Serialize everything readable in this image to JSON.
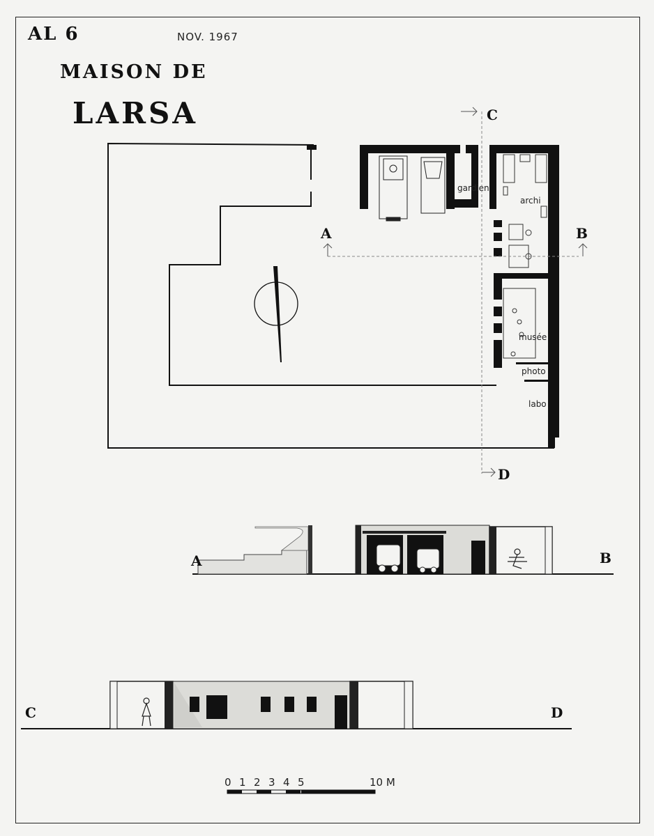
{
  "header": {
    "code": "AL 6",
    "date": "NOV. 1967",
    "title_line1": "MAISON DE",
    "title_line2": "LARSA"
  },
  "plan": {
    "rooms": [
      "gardien",
      "archi",
      "musée",
      "photo",
      "labo"
    ],
    "section_markers": [
      "A",
      "B",
      "C",
      "D"
    ]
  },
  "section_ab": {
    "left_marker": "A",
    "right_marker": "B"
  },
  "section_cd": {
    "left_marker": "C",
    "right_marker": "D"
  },
  "scale_bar": {
    "ticks": [
      "0",
      "1",
      "2",
      "3",
      "4",
      "5"
    ],
    "end_label": "10 M"
  }
}
